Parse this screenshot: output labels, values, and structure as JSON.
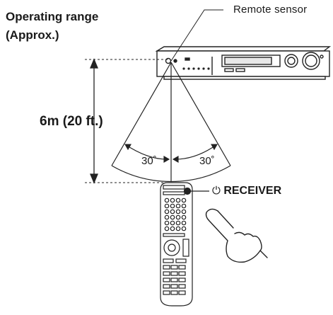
{
  "title": {
    "line1": "Operating range",
    "line2": "(Approx.)"
  },
  "sensor_label": "Remote sensor",
  "distance_label": "6m (20 ft.)",
  "angle_left": "30˚",
  "angle_right": "30˚",
  "button": {
    "power_symbol": "⏻",
    "label": "RECEIVER"
  },
  "colors": {
    "line": "#222222",
    "fill": "#ffffff"
  },
  "icons": [
    "receiver-unit-icon",
    "remote-control-icon",
    "pointing-hand-icon"
  ]
}
